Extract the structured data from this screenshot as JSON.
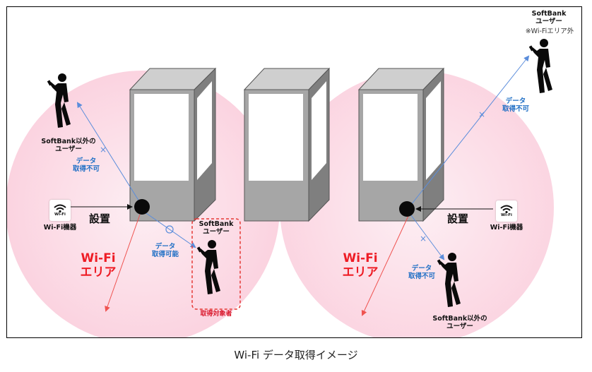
{
  "caption": "Wi-Fi データ取得イメージ",
  "labels": {
    "install_left": "設置",
    "install_right": "設置",
    "wifi_device_left": "Wi-Fi機器",
    "wifi_device_right": "Wi-Fi機器",
    "wifi_icon_text": "Wi-Fi",
    "wifi_area_left": [
      "Wi-Fi",
      "エリア"
    ],
    "wifi_area_right": [
      "Wi-Fi",
      "エリア"
    ],
    "user_nonsb_left": [
      "SoftBank以外の",
      "ユーザー"
    ],
    "user_nonsb_right": [
      "SoftBank以外の",
      "ユーザー"
    ],
    "user_sb_center": [
      "SoftBank",
      "ユーザー"
    ],
    "user_sb_topright": [
      "SoftBank",
      "ユーザー"
    ],
    "outside_note": "※Wi-Fiエリア外",
    "target_tag": "取得対象者",
    "data_unavailable_left": [
      "データ",
      "取得不可"
    ],
    "data_available_center": [
      "データ",
      "取得可能"
    ],
    "data_unavailable_topright": [
      "データ",
      "取得不可"
    ],
    "data_unavailable_bottomright": [
      "データ",
      "取得不可"
    ]
  },
  "colors": {
    "area_fill": "#fce4ec",
    "area_fill_edge": "#f8bbd0",
    "machine_front": "#a6a6a6",
    "machine_side": "#7f7f7f",
    "machine_top": "#cfcfcf",
    "link_blue": "#5b8ddb",
    "link_red": "#ef5350",
    "dashed_border": "#e53935"
  },
  "icons": {
    "device": "black-dot-icon",
    "wifi": "wifi-icon",
    "person": "walking-person-with-phone-icon",
    "blocked": "cross-mark-icon",
    "ok": "circle-mark-icon"
  }
}
